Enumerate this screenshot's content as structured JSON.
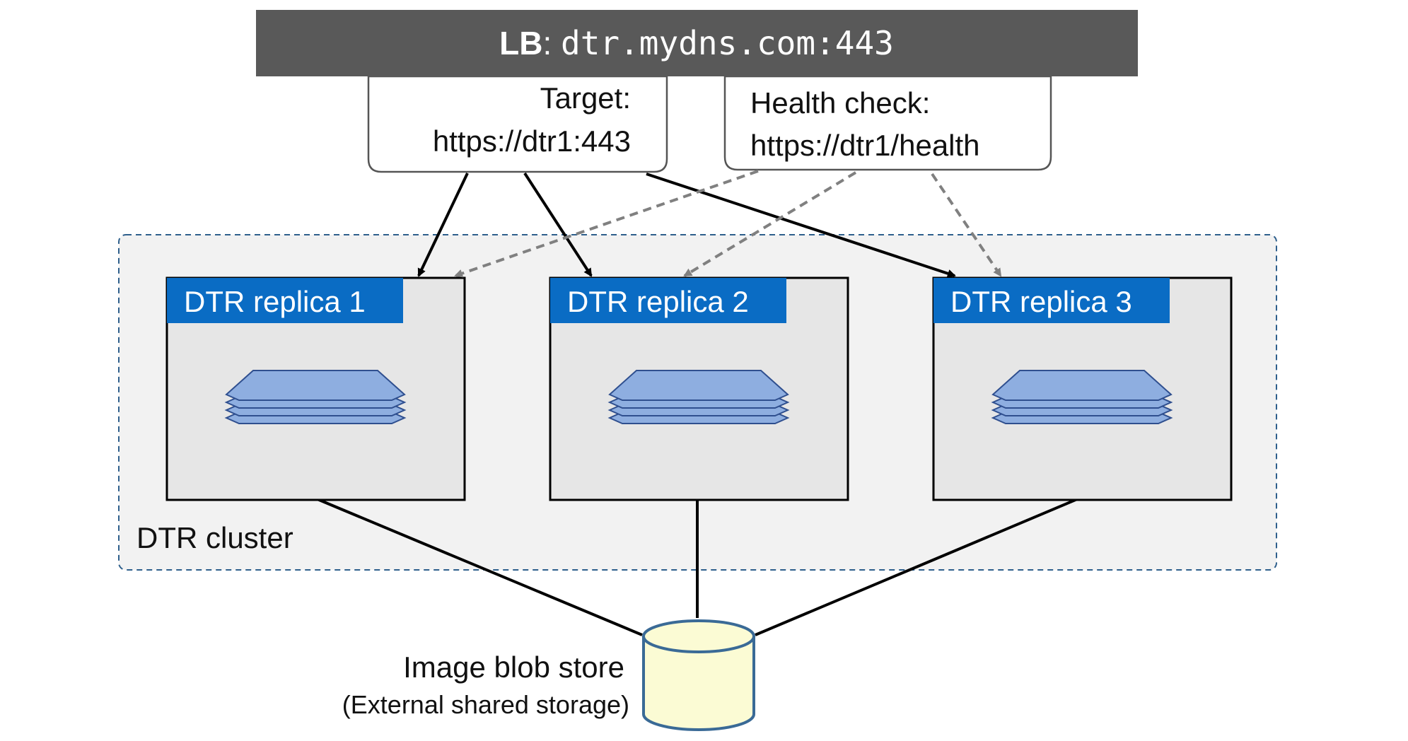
{
  "load_balancer": {
    "label_bold": "LB",
    "label_rest": ": ",
    "address": "dtr.mydns.com:443"
  },
  "target_callout": {
    "line1": "Target:",
    "line2": "https://dtr1:443"
  },
  "health_callout": {
    "line1": "Health check:",
    "line2": "https://dtr1/health"
  },
  "cluster": {
    "label": "DTR cluster",
    "replicas": [
      {
        "label": "DTR replica 1"
      },
      {
        "label": "DTR replica 2"
      },
      {
        "label": "DTR replica 3"
      }
    ]
  },
  "blob_store": {
    "title": "Image blob store",
    "subtitle": "(External shared storage)"
  },
  "colors": {
    "lb_bar": "#595959",
    "replica_header": "#0a6cc4",
    "replica_body": "#e6e6e6",
    "cluster_fill": "#f2f2f2",
    "cluster_border": "#2e5f8c",
    "layer_fill": "#8eaee0",
    "layer_stroke": "#2f4f8f",
    "cylinder_fill": "#fbfbd4",
    "cylinder_stroke": "#3a6a96",
    "dashed_arrow": "#808080"
  }
}
